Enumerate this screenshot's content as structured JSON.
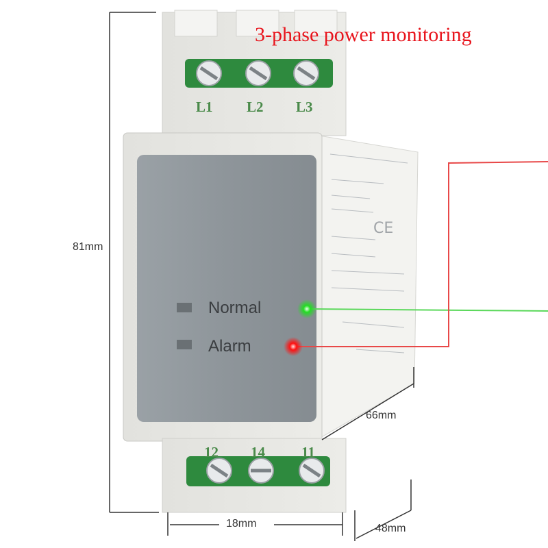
{
  "title": "3-phase power monitoring",
  "top_terminals": [
    "L1",
    "L2",
    "L3"
  ],
  "bottom_terminals": [
    "12",
    "14",
    "11"
  ],
  "indicators": {
    "normal": "Normal",
    "alarm": "Alarm"
  },
  "dimensions": {
    "height": "81mm",
    "depth": "66mm",
    "width": "18mm",
    "depth_total": "48mm"
  },
  "colors": {
    "title": "#e8141c",
    "body": "#e6e6e2",
    "panel": "#8f969b",
    "normal_led": "#22dd22",
    "alarm_led": "#ff1010",
    "terminal_green": "#2e8a3e"
  }
}
